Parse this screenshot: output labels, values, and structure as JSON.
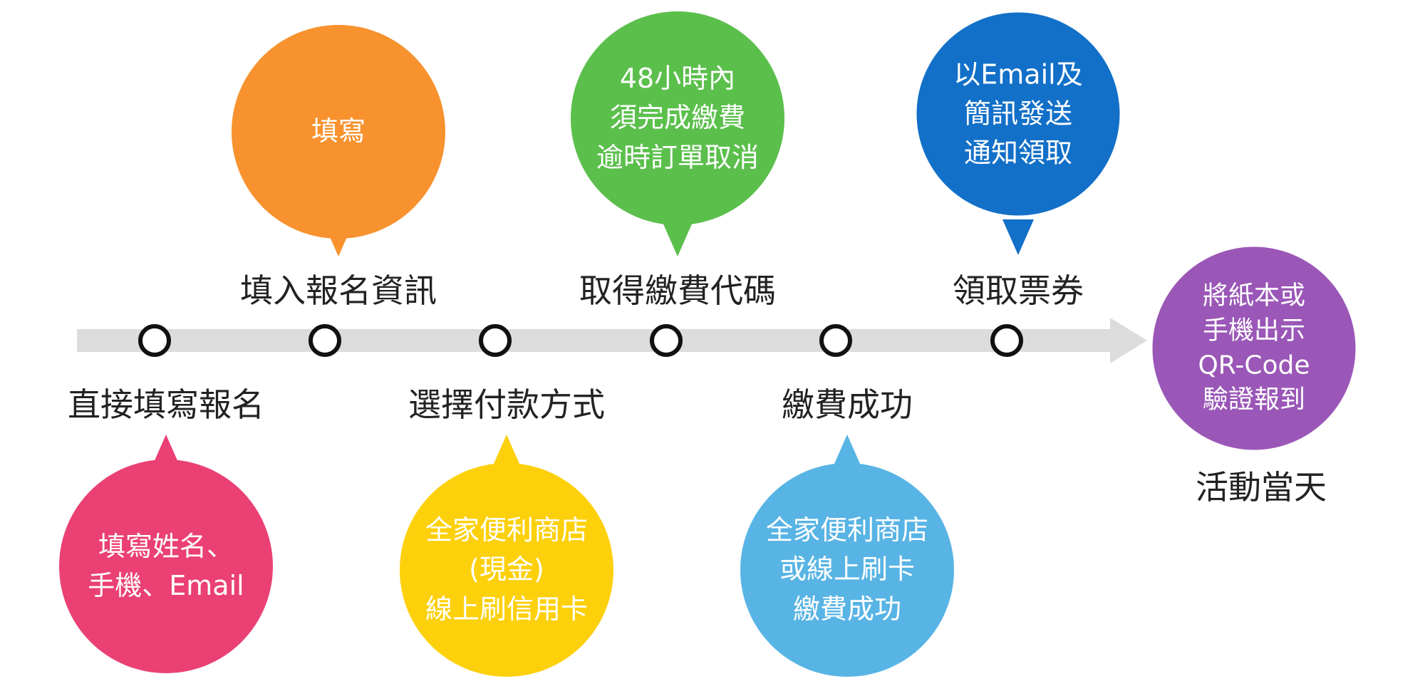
{
  "colors": {
    "orange": "#F7922E",
    "green": "#5BBF4C",
    "blue": "#1270C8",
    "pink": "#EA4074",
    "yellow": "#FDD00C",
    "lightblue": "#58B4E4",
    "purple": "#9A57B7",
    "track": "#dcdcdc"
  },
  "steps_top": [
    {
      "label": "填入報名資訊",
      "bubble": [
        "填寫"
      ]
    },
    {
      "label": "取得繳費代碼",
      "bubble": [
        "48小時內",
        "須完成繳費",
        "逾時訂單取消"
      ]
    },
    {
      "label": "領取票券",
      "bubble": [
        "以Email及",
        "簡訊發送",
        "通知領取"
      ]
    }
  ],
  "steps_bottom": [
    {
      "label": "直接填寫報名",
      "bubble": [
        "填寫姓名、",
        "手機、Email"
      ]
    },
    {
      "label": "選擇付款方式",
      "bubble": [
        "全家便利商店",
        "(現金)",
        "線上刷信用卡"
      ]
    },
    {
      "label": "繳費成功",
      "bubble": [
        "全家便利商店",
        "或線上刷卡",
        "繳費成功"
      ]
    }
  ],
  "final": {
    "label": "活動當天",
    "bubble": [
      "將紙本或",
      "手機出示",
      "QR-Code",
      "驗證報到"
    ]
  }
}
